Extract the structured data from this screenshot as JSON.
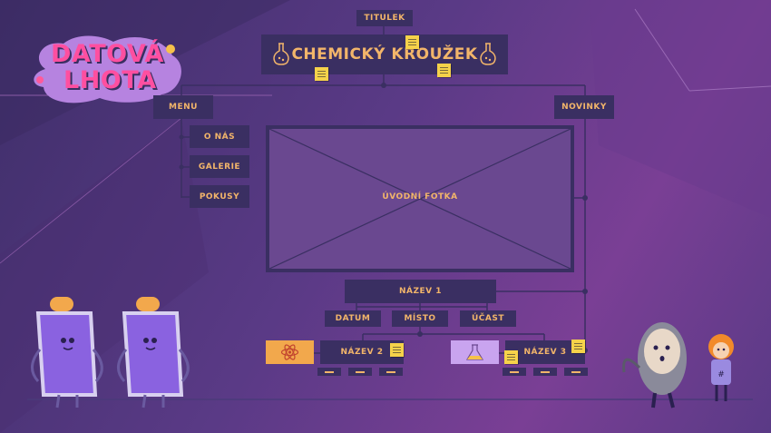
{
  "logo": {
    "line1": "DATOVÁ",
    "line2": "LHOTA"
  },
  "header": {
    "label": "TITULEK",
    "title": "CHEMICKÝ KROUŽEK"
  },
  "menu": {
    "label": "MENU",
    "items": [
      "O NÁS",
      "GALERIE",
      "POKUSY"
    ]
  },
  "news": {
    "label": "NOVINKY"
  },
  "hero": {
    "label": "ÚVODNÍ FOTKA"
  },
  "event1": {
    "title": "NÁZEV 1",
    "fields": [
      "DATUM",
      "MÍSTO",
      "ÚČAST"
    ]
  },
  "event2": {
    "title": "NÁZEV 2"
  },
  "event3": {
    "title": "NÁZEV 3"
  },
  "colors": {
    "box": "#3a2f62",
    "text": "#f2b56a",
    "note": "#f6d24a",
    "bg": "#5a3a86"
  }
}
